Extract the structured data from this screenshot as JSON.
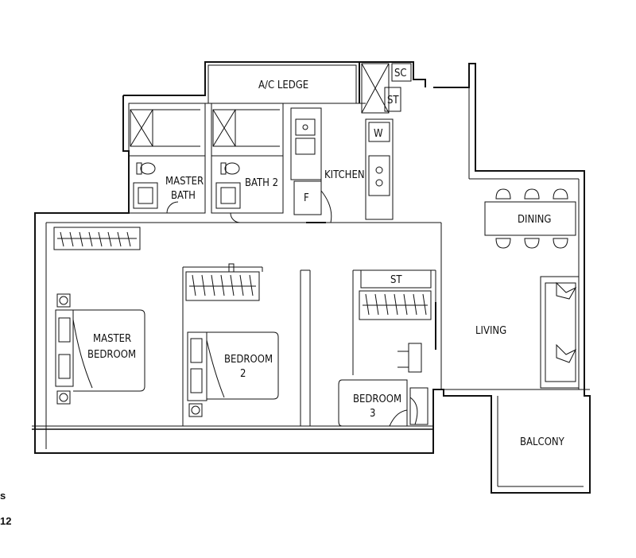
{
  "rooms": {
    "ac_ledge": "A/C LEDGE",
    "sc": "SC",
    "st_top": "ST",
    "wm": "W",
    "master_bath": [
      "MASTER",
      "BATH"
    ],
    "bath2": "BATH 2",
    "kitchen": "KITCHEN",
    "fridge": "F",
    "dining": "DINING",
    "st_bedroom3": "ST",
    "living": "LIVING",
    "master_bedroom": [
      "MASTER",
      "BEDROOM"
    ],
    "bedroom2": [
      "BEDROOM",
      "2"
    ],
    "bedroom3": [
      "BEDROOM",
      "3"
    ],
    "balcony": "BALCONY"
  },
  "side_text": [
    "s",
    "12"
  ],
  "colors": {
    "line": "#111111",
    "background": "#ffffff"
  }
}
